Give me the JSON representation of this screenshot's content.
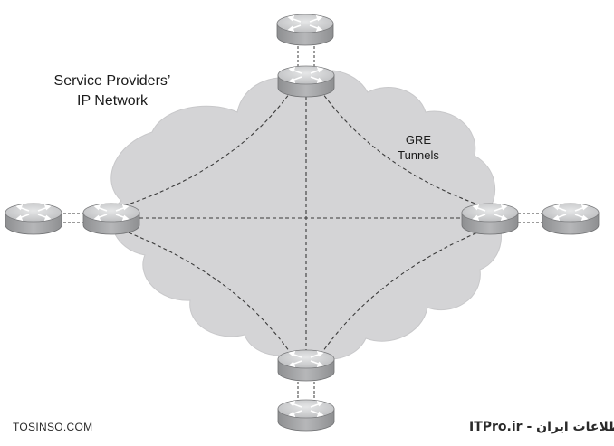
{
  "cloud_label": {
    "line1": "Service Providers’",
    "line2": "IP Network"
  },
  "tunnel_label": {
    "line1": "GRE",
    "line2": "Tunnels"
  },
  "watermark": {
    "left": "TOSINSO.COM",
    "right": "انجمن تخصصی فناوری اطلاعات ایران - ITPro.ir"
  },
  "colors": {
    "cloud_fill": "#d4d4d6",
    "router_top": "#c9cacb",
    "router_side": "#9a9b9d",
    "tunnel": "#3a3a3a"
  }
}
